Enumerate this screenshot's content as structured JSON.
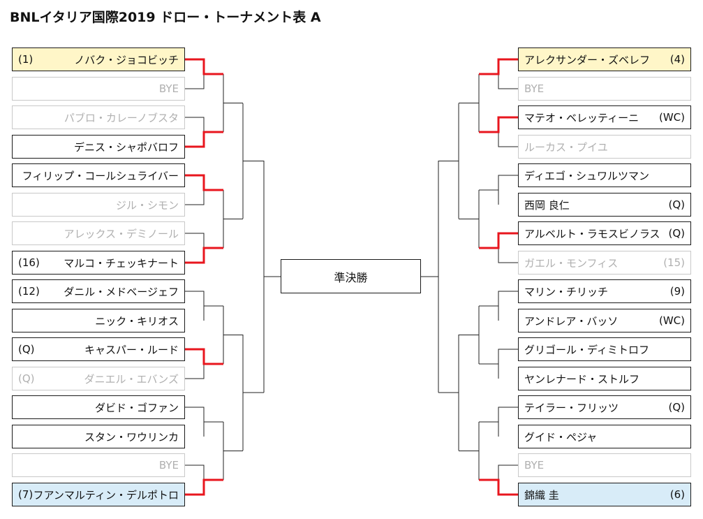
{
  "title": "BNLイタリア国際2019 ドロー・トーナメント表 A",
  "final_label": "準決勝",
  "colors": {
    "win_line": "#e8161e",
    "line": "#222222"
  },
  "left": [
    {
      "seed": "(1)",
      "name": "ノバク・ジョコビッチ"
    },
    {
      "seed": "",
      "name": "BYE"
    },
    {
      "seed": "",
      "name": "パブロ・カレーノブスタ"
    },
    {
      "seed": "",
      "name": "デニス・シャポバロフ"
    },
    {
      "seed": "",
      "name": "フィリップ・コールシュライバー"
    },
    {
      "seed": "",
      "name": "ジル・シモン"
    },
    {
      "seed": "",
      "name": "アレックス・デミノール"
    },
    {
      "seed": "(16)",
      "name": "マルコ・チェッキナート"
    },
    {
      "seed": "(12)",
      "name": "ダニル・メドベージェフ"
    },
    {
      "seed": "",
      "name": "ニック・キリオス"
    },
    {
      "seed": "(Q)",
      "name": "キャスパー・ルード"
    },
    {
      "seed": "(Q)",
      "name": "ダニエル・エバンズ"
    },
    {
      "seed": "",
      "name": "ダビド・ゴファン"
    },
    {
      "seed": "",
      "name": "スタン・ワウリンカ"
    },
    {
      "seed": "",
      "name": "BYE"
    },
    {
      "seed": "(7)",
      "name": "フアンマルティン・デルポトロ"
    }
  ],
  "right": [
    {
      "seed": "(4)",
      "name": "アレクサンダー・ズベレフ"
    },
    {
      "seed": "",
      "name": "BYE"
    },
    {
      "seed": "(WC)",
      "name": "マテオ・ベレッティーニ"
    },
    {
      "seed": "",
      "name": "ルーカス・プイユ"
    },
    {
      "seed": "",
      "name": "ディエゴ・シュワルツマン"
    },
    {
      "seed": "(Q)",
      "name": "西岡 良仁"
    },
    {
      "seed": "(Q)",
      "name": "アルベルト・ラモスビノラス"
    },
    {
      "seed": "(15)",
      "name": "ガエル・モンフィス"
    },
    {
      "seed": "(9)",
      "name": "マリン・チリッチ"
    },
    {
      "seed": "(WC)",
      "name": "アンドレア・バッソ"
    },
    {
      "seed": "",
      "name": "グリゴール・ディミトロフ"
    },
    {
      "seed": "",
      "name": "ヤンレナード・ストルフ"
    },
    {
      "seed": "(Q)",
      "name": "テイラー・フリッツ"
    },
    {
      "seed": "",
      "name": "グイド・ペジャ"
    },
    {
      "seed": "",
      "name": "BYE"
    },
    {
      "seed": "(6)",
      "name": "錦織 圭"
    }
  ]
}
